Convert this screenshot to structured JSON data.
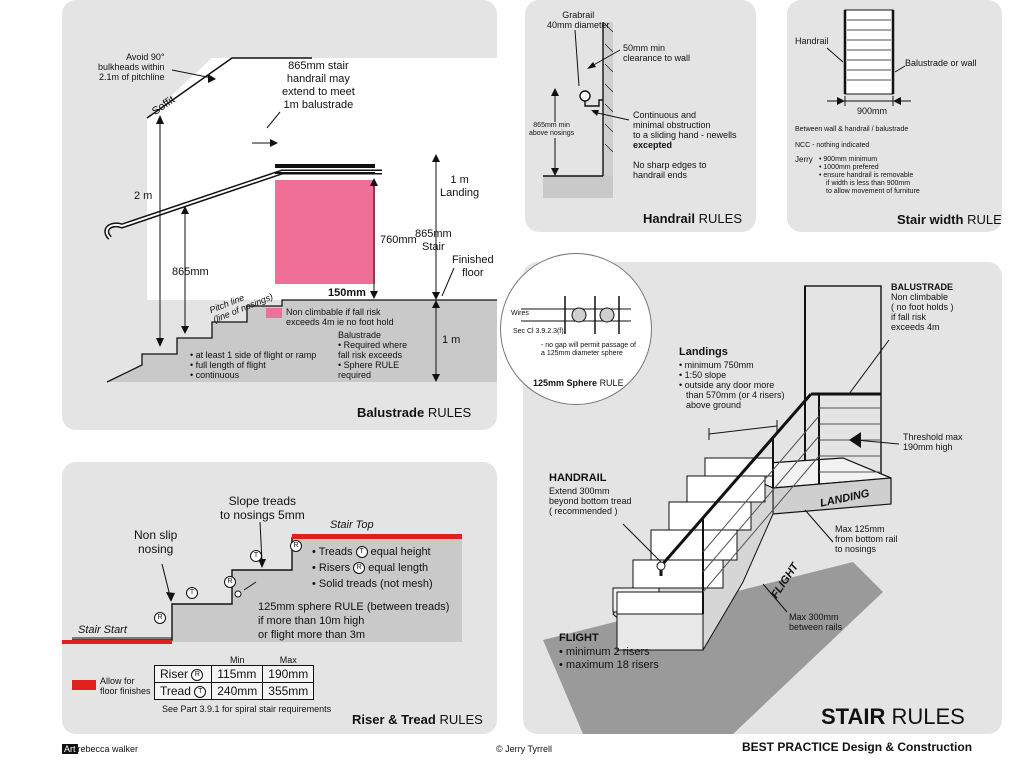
{
  "balustrade": {
    "title_bold": "Balustrade",
    "title_rest": "RULES",
    "avoid": [
      "Avoid 90°",
      "bulkheads within",
      "2.1m of pitchline"
    ],
    "soffit": "Soffit",
    "handrail_note": [
      "865mm stair",
      "handrail may",
      "extend to meet",
      "1m balustrade"
    ],
    "dim_2m": "2 m",
    "dim_865": "865mm",
    "dim_760": "760mm",
    "dim_150": "150mm",
    "landing": [
      "1 m",
      "Landing"
    ],
    "stair": [
      "865mm",
      "Stair"
    ],
    "finished_floor": [
      "Finished",
      "floor"
    ],
    "dim_1m": "1 m",
    "pitch_line": [
      "Pitch line",
      "(line of nosings)"
    ],
    "legend_noclimb": [
      "Non climbable if fall risk",
      "exceeds 4m ie no foot hold"
    ],
    "balustrade_req": [
      "Balustrade",
      "• Required where",
      "fall risk exceeds",
      "• Sphere RULE",
      "required"
    ],
    "bullets": [
      "• at least 1 side of flight or ramp",
      "• full length of flight",
      "• continuous"
    ]
  },
  "handrail": {
    "title_bold": "Handrail",
    "title_rest": "RULES",
    "grabrail": [
      "Grabrail",
      "40mm diameter"
    ],
    "clearance": [
      "50mm min",
      "clearance to wall"
    ],
    "height": [
      "865mm min",
      "above nosings"
    ],
    "continuous": [
      "Continuous and",
      "minimal obstruction",
      "to a sliding hand - newells"
    ],
    "excepted": "excepted",
    "sharp": [
      "No sharp edges to",
      "handrail ends"
    ]
  },
  "width": {
    "title_bold": "Stair width",
    "title_rest": "RULES",
    "handrail": "Handrail",
    "balustrade": "Balustrade or wall",
    "dim": "900mm",
    "between": "Between wall & handrail / balustrade",
    "ncc": "NCC - nothing indicated",
    "jerry_label": "Jerry",
    "jerry": [
      "• 900mm minimum",
      "• 1000mm prefered",
      "• ensure handrail is removable",
      "if width is less than 900mm",
      "to allow movement of furniture"
    ]
  },
  "sphere": {
    "title_bold": "125mm Sphere",
    "title_rest": "RULE",
    "wires": "Wires",
    "sec": "Sec Cl 3.9.2.3(f)",
    "note": [
      "- no gap will permit passage of",
      "a 125mm diameter sphere"
    ]
  },
  "riser": {
    "title_bold": "Riser & Tread",
    "title_rest": "RULES",
    "non_slip": [
      "Non slip",
      "nosing"
    ],
    "slope": [
      "Slope treads",
      "to nosings 5mm"
    ],
    "stair_top": "Stair Top",
    "stair_start": "Stair Start",
    "rules": [
      "• Treads",
      "equal height",
      "• Risers",
      "equal length",
      "• Solid treads (not mesh)"
    ],
    "sphere": [
      "125mm sphere RULE (between treads)",
      "if more than 10m high",
      "or flight more than 3m"
    ],
    "sym_r": "R",
    "sym_t": "T",
    "allow": [
      "Allow for",
      "floor finishes"
    ],
    "table_head": [
      "Min",
      "Max"
    ],
    "table_rows": [
      {
        "label": "Riser",
        "sym": "R",
        "min": "115mm",
        "max": "190mm"
      },
      {
        "label": "Tread",
        "sym": "T",
        "min": "240mm",
        "max": "355mm"
      }
    ],
    "spiral": "See Part 3.9.1 for spiral stair requirements"
  },
  "main": {
    "title_bold": "STAIR",
    "title_rest": "RULES",
    "subtitle_bold": "BEST PRACTICE",
    "subtitle_rest": "Design & Construction",
    "balustrade": [
      "BALUSTRADE",
      "Non climbable",
      "( no foot holds )",
      "if fall risk",
      "exceeds 4m"
    ],
    "landings_title": "Landings",
    "landings": [
      "• minimum 750mm",
      "• 1:50 slope",
      "• outside any door more",
      "than 570mm (or 4 risers)",
      "above ground"
    ],
    "threshold": [
      "Threshold max",
      "190mm high"
    ],
    "landing_word": "LANDING",
    "flight_word": "FLIGHT",
    "handrail_title": "HANDRAIL",
    "handrail": [
      "Extend 300mm",
      "beyond bottom tread",
      "( recommended )"
    ],
    "max125": [
      "Max 125mm",
      "from bottom rail",
      "to nosings"
    ],
    "max300": [
      "Max 300mm",
      "between rails"
    ],
    "flight_title": "FLIGHT",
    "flight": [
      "• minimum 2 risers",
      "• maximum 18 risers"
    ]
  },
  "footer": {
    "art_tag": "Art",
    "art_name": "rebecca walker",
    "copyright": "© Jerry Tyrrell"
  },
  "colors": {
    "panel": "#e4e4e4",
    "pink": "#f06f96",
    "red": "#e0201b",
    "floor": "#c9c9c9",
    "dark": "#111111"
  }
}
